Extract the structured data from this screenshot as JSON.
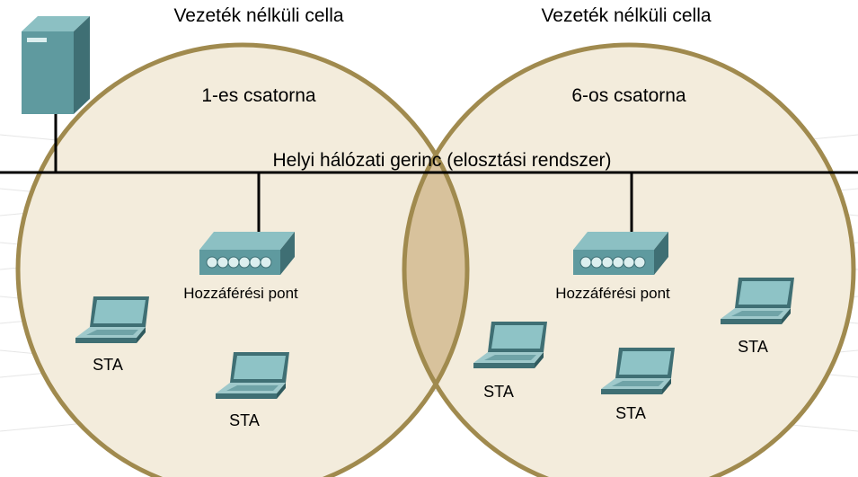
{
  "cells": [
    {
      "title": "Vezeték nélküli cella",
      "channel": "1-es csatorna"
    },
    {
      "title": "Vezeték nélküli cella",
      "channel": "6-os csatorna"
    }
  ],
  "backbone_label": "Helyi hálózati gerinc (elosztási rendszer)",
  "access_point_label": "Hozzáférési pont",
  "station_label": "STA",
  "colors": {
    "cell_fill": "#f3ecdc",
    "cell_border": "#a08a4e",
    "overlap_fill": "#d8c29c",
    "device": "#5f9a9f"
  }
}
